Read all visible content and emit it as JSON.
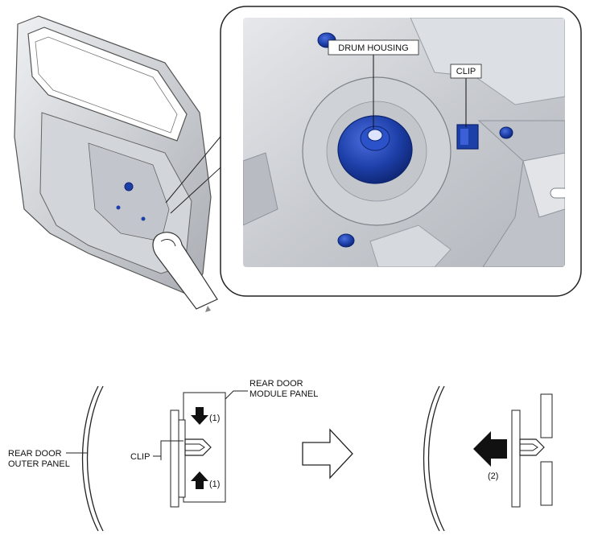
{
  "callouts": {
    "drum_housing": "DRUM HOUSING",
    "clip_top": "CLIP"
  },
  "lower_left": {
    "module_panel_line1": "REAR DOOR",
    "module_panel_line2": "MODULE PANEL",
    "outer_panel_line1": "REAR DOOR",
    "outer_panel_line2": "OUTER PANEL",
    "clip": "CLIP",
    "step_top": "(1)",
    "step_bottom": "(1)"
  },
  "lower_right": {
    "step": "(2)"
  },
  "colors": {
    "part_blue": "#1d3fa8",
    "panel_gray": "#c9ccd1",
    "line": "#222222"
  }
}
